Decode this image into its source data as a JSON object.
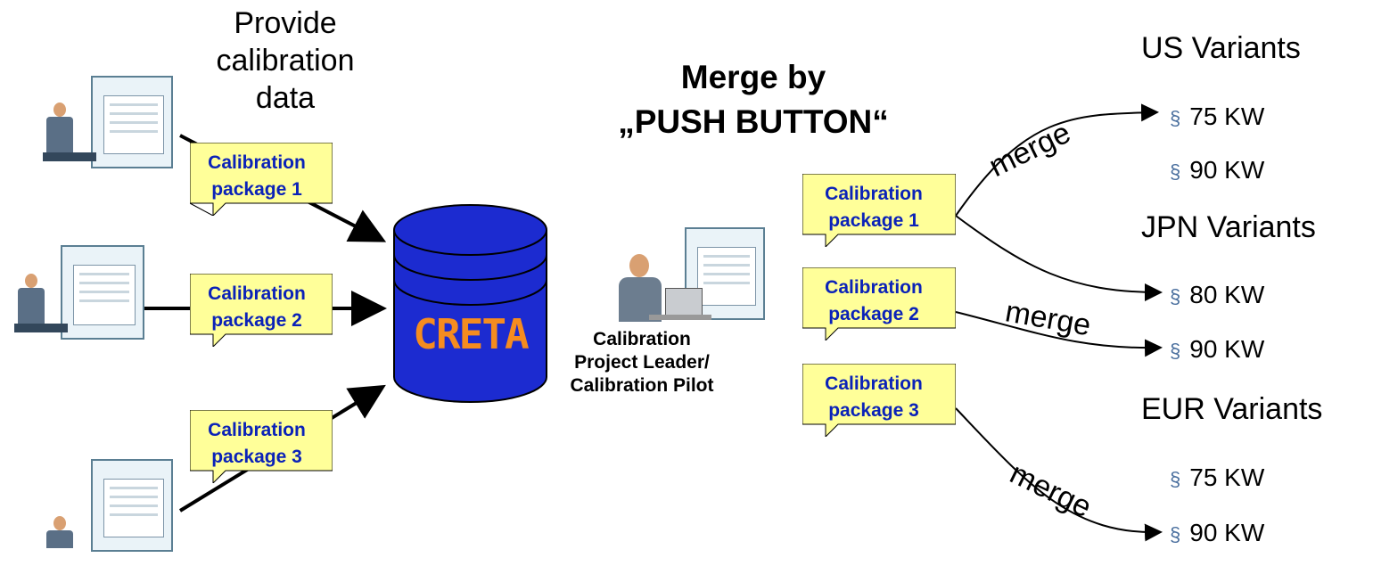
{
  "provide_text": {
    "line1": "Provide",
    "line2": "calibration",
    "line3": "data"
  },
  "merge_title": {
    "line1": "Merge by",
    "line2": "„PUSH BUTTON“"
  },
  "database_label": "CRETA",
  "leader_label": {
    "line1": "Calibration",
    "line2": "Project Leader/",
    "line3": "Calibration Pilot"
  },
  "left_packages": [
    {
      "line1": "Calibration",
      "line2": "package 1"
    },
    {
      "line1": "Calibration",
      "line2": "package 2"
    },
    {
      "line1": "Calibration",
      "line2": "package 3"
    }
  ],
  "right_packages": [
    {
      "line1": "Calibration",
      "line2": "package 1"
    },
    {
      "line1": "Calibration",
      "line2": "package 2"
    },
    {
      "line1": "Calibration",
      "line2": "package 3"
    }
  ],
  "merge_word": "merge",
  "bullet_symbol": "§",
  "variant_groups": [
    {
      "title": "US Variants",
      "items": [
        "75 KW",
        "90 KW"
      ]
    },
    {
      "title": "JPN Variants",
      "items": [
        "80 KW",
        "90 KW"
      ]
    },
    {
      "title": "EUR Variants",
      "items": [
        "75 KW",
        "90 KW"
      ]
    }
  ],
  "colors": {
    "note_fill": "#ffff99",
    "note_text": "#0b22b8",
    "db_fill": "#1c2bd0",
    "db_label": "#f58c1f",
    "bullet": "#4a6f9e"
  },
  "icons": [
    "workstation-icon",
    "database-icon",
    "project-leader-icon"
  ]
}
